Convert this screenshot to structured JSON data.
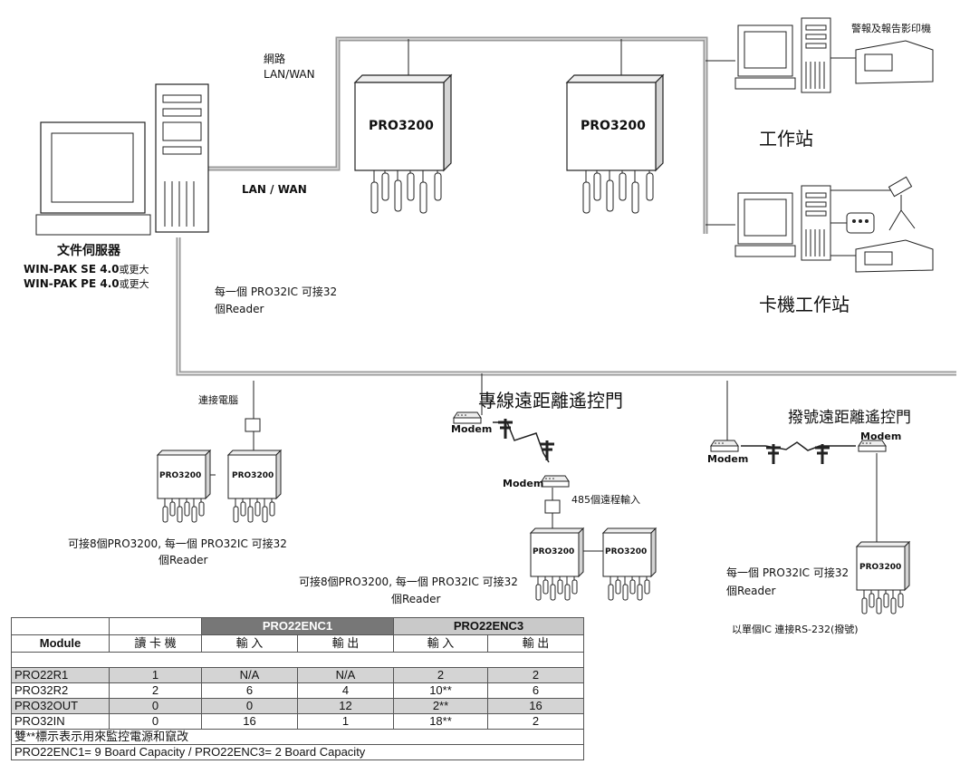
{
  "diagram": {
    "network_label": [
      "網路",
      "LAN/WAN"
    ],
    "lan_wan_label": "LAN / WAN",
    "panel_large": "PRO3200",
    "panel_small": "PRO3200",
    "workstation_label": "工作站",
    "alarm_printer_label": "警報及報告影印機",
    "card_workstation_label": "卡機工作站",
    "file_server_label": "文件伺服器",
    "win_pak_se": "WIN-PAK SE 4.0",
    "win_pak_pe": "WIN-PAK PE 4.0",
    "or_later": "或更大",
    "pro32ic_note_1": "每一個 PRO32IC 可接32",
    "reader_1": "個Reader",
    "connect_pc": "連接電腦",
    "leased_line_title": "專線遠距離遙控門",
    "dialup_title": "撥號遠距離遙控門",
    "modem": "Modem",
    "remote_485": "485個遠程輸入",
    "left_group_note_1": "可接8個PRO3200, 每一個 PRO32IC 可接32",
    "left_group_note_2": "個Reader",
    "mid_group_note_1": "可接8個PRO3200, 每一個 PRO32IC 可接32",
    "mid_group_note_2": "個Reader",
    "right_note_1": "每一個 PRO32IC 可接32",
    "right_note_2": "個Reader",
    "rs232_note": "以單個IC 連接RS-232(撥號)"
  },
  "table": {
    "group1": "PRO22ENC1",
    "group2": "PRO22ENC3",
    "col_module": "Module",
    "col_reader": "讀 卡 機",
    "col_in": "輸 入",
    "col_out": "輸 出",
    "rows": [
      {
        "module": "PRO22R1",
        "reader": "1",
        "enc1_in": "N/A",
        "enc1_out": "N/A",
        "enc3_in": "2",
        "enc3_out": "2"
      },
      {
        "module": "PRO32R2",
        "reader": "2",
        "enc1_in": "6",
        "enc1_out": "4",
        "enc3_in": "10**",
        "enc3_out": "6"
      },
      {
        "module": "PRO32OUT",
        "reader": "0",
        "enc1_in": "0",
        "enc1_out": "12",
        "enc3_in": "2**",
        "enc3_out": "16"
      },
      {
        "module": "PRO32IN",
        "reader": "0",
        "enc1_in": "16",
        "enc1_out": "1",
        "enc3_in": "18**",
        "enc3_out": "2"
      }
    ],
    "note1": "雙**標示表示用來監控電源和竄改",
    "note2": "PRO22ENC1= 9 Board Capacity / PRO22ENC3= 2 Board Capacity"
  }
}
